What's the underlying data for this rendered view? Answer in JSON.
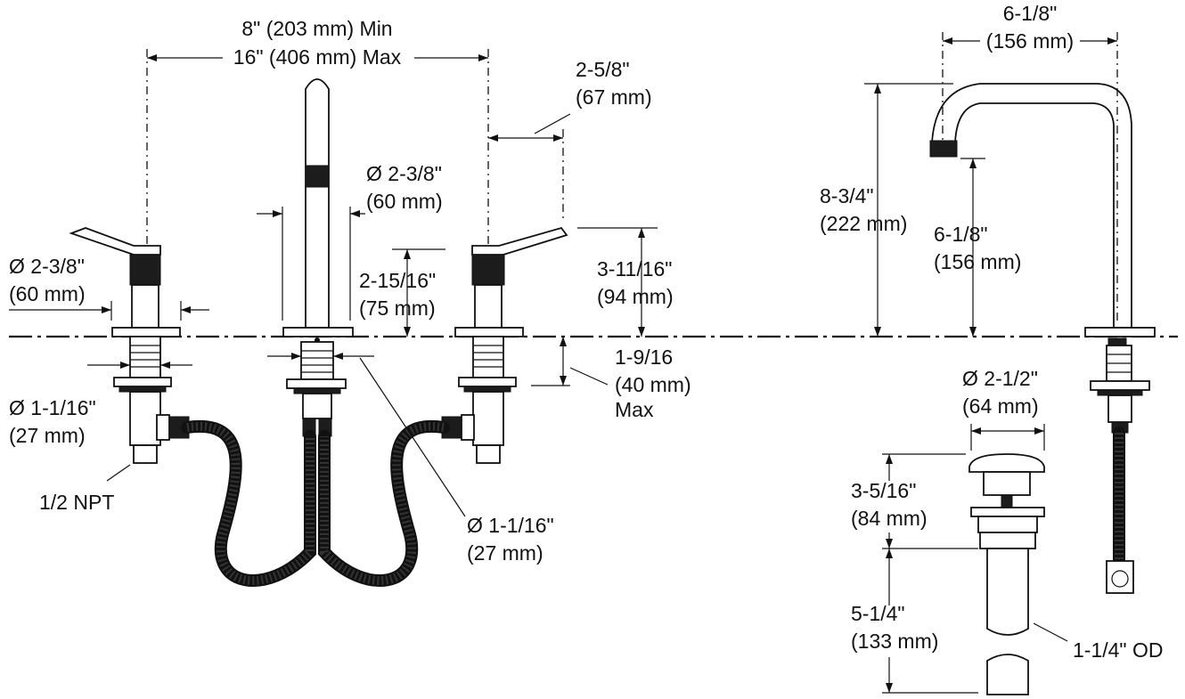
{
  "labels": {
    "spread_min": "8\" (203 mm) Min",
    "spread_max": "16\" (406 mm) Max",
    "spout_reach_in": "6-1/8\"",
    "spout_reach_mm": "(156 mm)",
    "handle_proj_in": "2-5/8\"",
    "handle_proj_mm": "(67 mm)",
    "spout_dia_in": "Ø 2-3/8\"",
    "spout_dia_mm": "(60 mm)",
    "handle_dia_in": "Ø 2-3/8\"",
    "handle_dia_mm": "(60 mm)",
    "handle_body_h_in": "2-15/16\"",
    "handle_body_h_mm": "(75 mm)",
    "handle_total_h_in": "3-11/16\"",
    "handle_total_h_mm": "(94 mm)",
    "spout_h_in": "8-3/4\"",
    "spout_h_mm": "(222 mm)",
    "spout_outlet_h_in": "6-1/8\"",
    "spout_outlet_h_mm": "(156 mm)",
    "deck_in": "1-9/16",
    "deck_mm": "(40 mm)",
    "deck_max": "Max",
    "shank_left_in": "Ø 1-1/16\"",
    "shank_left_mm": "(27 mm)",
    "npt": "1/2 NPT",
    "shank_center_in": "Ø 1-1/16\"",
    "shank_center_mm": "(27 mm)",
    "drain_dia_in": "Ø 2-1/2\"",
    "drain_dia_mm": "(64 mm)",
    "drain_h_in": "3-5/16\"",
    "drain_h_mm": "(84 mm)",
    "tail_in": "5-1/4\"",
    "tail_mm": "(133 mm)",
    "tail_od": "1-1/4\" OD"
  }
}
